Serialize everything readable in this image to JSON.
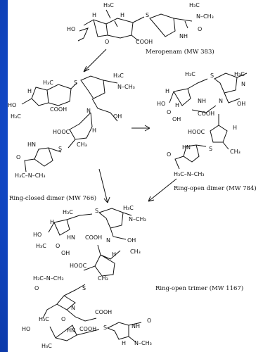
{
  "labels": {
    "meropenem": "Meropenam (MW 383)",
    "ring_closed_dimer": "Ring-closed dimer (MW 766)",
    "ring_open_dimer": "Ring-open dimer (MW 784)",
    "ring_open_trimer": "Ring-open trimer (MW 1167)"
  },
  "atoms": {
    "H3C": "H₃C",
    "CH3": "CH₃",
    "N": "N",
    "S": "S",
    "H": "H",
    "HO": "HO",
    "OH": "OH",
    "O": "O",
    "COOH": "COOH",
    "HOOC": "HOOC",
    "NH": "NH",
    "HN": "HN",
    "N_CH3": "N–CH₃",
    "H3C_N_CH3": "H₃C–N–CH₃"
  }
}
